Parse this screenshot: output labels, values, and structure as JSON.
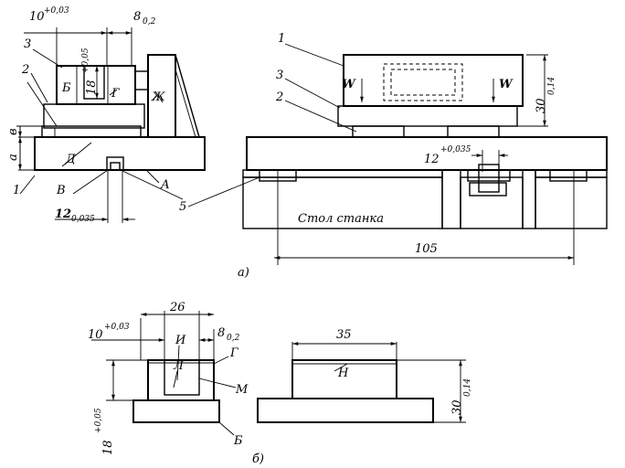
{
  "view_a": {
    "left": {
      "dim_top_left": "10",
      "dim_top_left_tol": "+0,03",
      "dim_top_right": "8",
      "dim_top_right_tol": "0,2",
      "dim_vert": "18",
      "dim_vert_tol": "+0,05",
      "dim_bottom": "12",
      "dim_bottom_tol": "0,035",
      "dim_side_a": "a",
      "dim_side_v": "в",
      "labels": {
        "n3": "3",
        "n2": "2",
        "n1": "1",
        "B_cap": "Б",
        "G": "Г",
        "Zh": "Ж",
        "D": "Д",
        "V": "В",
        "A": "А",
        "n5": "5"
      }
    },
    "right": {
      "n1": "1",
      "n3": "3",
      "n2": "2",
      "W_left": "W",
      "W_right": "W",
      "dim_height": "30",
      "dim_height_tol": "0,14",
      "dim_slot": "12",
      "dim_slot_tol": "+0,035",
      "table_label": "Стол станка",
      "dim_spacing": "105"
    },
    "caption": "а)"
  },
  "view_b": {
    "dim_width": "26",
    "dim_left": "10",
    "dim_left_tol": "+0,03",
    "dim_right": "8",
    "dim_right_tol": "0,2",
    "dim_vert": "18",
    "dim_vert_tol": "+0,05",
    "dim_w2": "35",
    "dim_h2": "30",
    "dim_h2_tol": "0,14",
    "labels": {
      "I": "И",
      "L": "Л",
      "M": "М",
      "G": "Г",
      "B_cap": "Б",
      "N": "Н"
    },
    "caption": "б)"
  }
}
